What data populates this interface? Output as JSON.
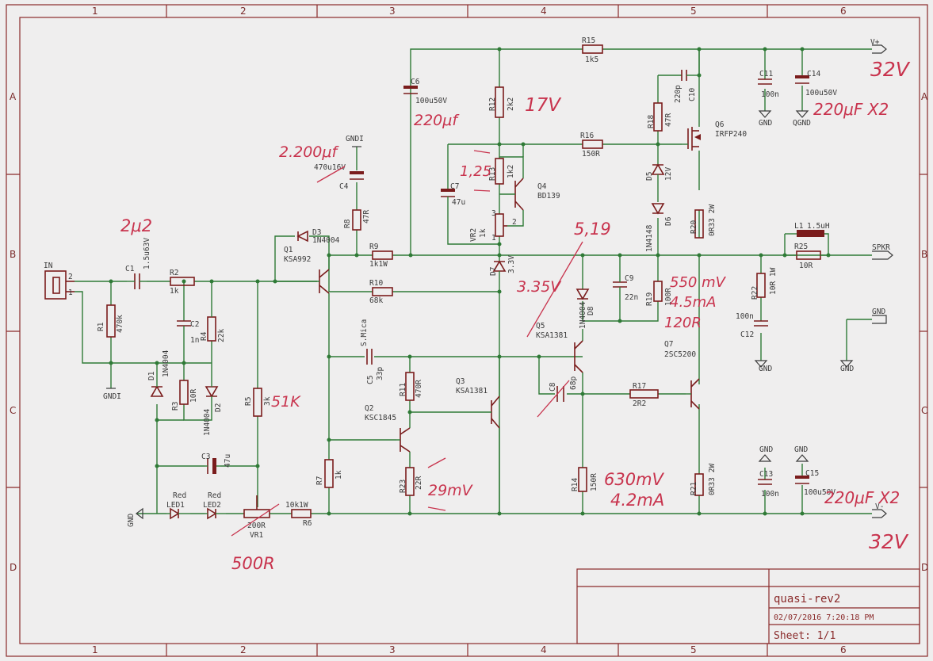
{
  "grid": {
    "columns": [
      "1",
      "2",
      "3",
      "4",
      "5",
      "6"
    ],
    "rows": [
      "A",
      "B",
      "C",
      "D"
    ]
  },
  "title_block": {
    "name": "quasi-rev2",
    "date": "02/07/2016 7:20:18 PM",
    "sheet": "Sheet: 1/1"
  },
  "nets": {
    "vplus": "V+",
    "vminus": "V-",
    "spkr": "SPKR",
    "gnd": "GND",
    "gndi": "GNDI",
    "qgnd": "QGND",
    "in": "IN"
  },
  "components": {
    "C1": [
      "C1",
      "1.5u63V"
    ],
    "R1": [
      "R1",
      "470k"
    ],
    "R2": [
      "R2",
      "1k"
    ],
    "C2": [
      "C2",
      "1n"
    ],
    "R4": [
      "R4",
      "22k"
    ],
    "D1": [
      "D1",
      "1N4004"
    ],
    "R3": [
      "R3",
      "10R"
    ],
    "D2": [
      "D2",
      "1N4004"
    ],
    "C3": [
      "C3",
      "47u"
    ],
    "R5": [
      "R5",
      "3k"
    ],
    "LED1": [
      "LED1",
      "Red"
    ],
    "LED2": [
      "LED2",
      "Red"
    ],
    "VR1": [
      "VR1",
      "200R"
    ],
    "R6": [
      "R6",
      "10k1W"
    ],
    "R7": [
      "R7",
      "1k"
    ],
    "Q1": [
      "Q1",
      "KSA992"
    ],
    "D3": [
      "D3",
      "1N4004"
    ],
    "R8": [
      "R8",
      "47R"
    ],
    "C4": [
      "C4",
      "470u16V"
    ],
    "R9": [
      "R9",
      "1k1W"
    ],
    "R10": [
      "R10",
      "68k"
    ],
    "C5": [
      "C5",
      "33p",
      "S.Mica"
    ],
    "R11": [
      "R11",
      "470R"
    ],
    "Q2": [
      "Q2",
      "KSC1845"
    ],
    "R23": [
      "R23",
      "22R"
    ],
    "Q3": [
      "Q3",
      "KSA1381"
    ],
    "C6": [
      "C6",
      "100u50V"
    ],
    "R12": [
      "R12",
      "2k2"
    ],
    "R13": [
      "R13",
      "1k2"
    ],
    "C7": [
      "C7",
      "47u"
    ],
    "VR2": [
      "VR2",
      "1k"
    ],
    "Q4": [
      "Q4",
      "BD139"
    ],
    "D7": [
      "D7",
      "3.3V"
    ],
    "R15": [
      "R15",
      "1k5"
    ],
    "R16": [
      "R16",
      "150R"
    ],
    "Q5": [
      "Q5",
      "KSA1381"
    ],
    "C8": [
      "C8",
      "68p"
    ],
    "R14": [
      "R14",
      "150R"
    ],
    "D8": [
      "D8",
      "1N4004"
    ],
    "C9": [
      "C9",
      "22n"
    ],
    "R19": [
      "R19",
      "100R"
    ],
    "R17": [
      "R17",
      "2R2"
    ],
    "Q7": [
      "Q7",
      "2SC5200"
    ],
    "R18": [
      "R18",
      "47R"
    ],
    "C10": [
      "C10",
      "220p"
    ],
    "Q6": [
      "Q6",
      "IRFP240"
    ],
    "D5": [
      "D5",
      "12V"
    ],
    "D6": [
      "D6",
      "1N4148"
    ],
    "R20": [
      "R20",
      "0R33 2W"
    ],
    "R21": [
      "R21",
      "0R33 2W"
    ],
    "C11": [
      "C11",
      "100n"
    ],
    "C14": [
      "C14",
      "100u50V"
    ],
    "L1": [
      "L1",
      "1.5uH"
    ],
    "R25": [
      "R25",
      "10R"
    ],
    "R22": [
      "R22",
      "10R 1W"
    ],
    "C12": [
      "C12",
      "100n"
    ],
    "C13": [
      "C13",
      "100n"
    ],
    "C15": [
      "C15",
      "100u50V"
    ]
  },
  "annotations": {
    "c1_note": "2μ2",
    "c4_note": "2.200μf",
    "c6_note": "220μf",
    "r12_note": "17V",
    "r13_note": "1,25",
    "node_note": "5,19",
    "d7_note": "3.35V",
    "r19_note_v": "550 mV",
    "r19_note_i": "4.5mA",
    "r19_note_r": "120R",
    "r5_note": "51K",
    "r23_note": "29mV",
    "r14_note_v": "630mV",
    "r14_note_i": "4.2mA",
    "vr1_note": "500R",
    "vplus_note": "32V",
    "vminus_note": "32V",
    "c14_note": "220μF X2",
    "c15_note": "220μF X2"
  }
}
